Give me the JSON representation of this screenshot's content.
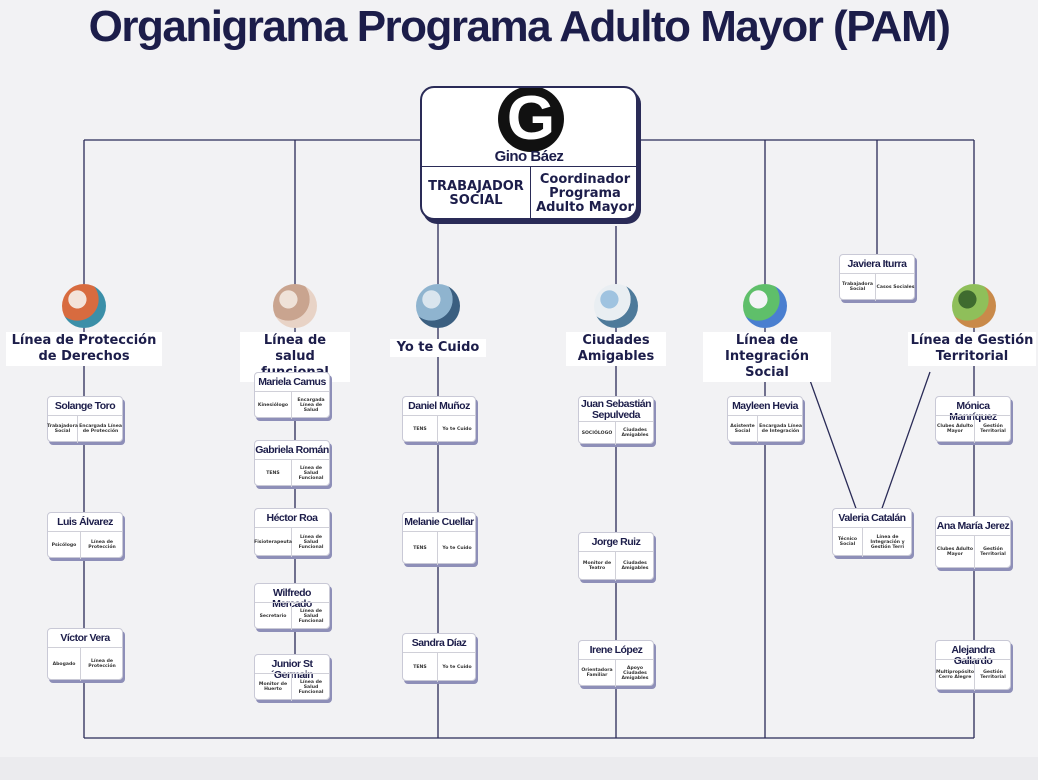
{
  "title": "Organigrama Programa Adulto Mayor (PAM)",
  "head": {
    "logo_letter": "G",
    "name": "Gino Báez",
    "role_left": "TRABAJADOR SOCIAL",
    "role_right": "Coordinador Programa Adulto Mayor"
  },
  "lines": [
    {
      "label": "Línea de Protección de Derechos",
      "icon": "hands-circle-icon",
      "colors": [
        "#f3e3da",
        "#d86b3f",
        "#3b8fa8"
      ]
    },
    {
      "label": "Línea de salud funcional",
      "icon": "seniors-exercise-photo",
      "colors": [
        "#efe2d8",
        "#c9a48f",
        "#e8d3c6"
      ]
    },
    {
      "label": "Yo te Cuido",
      "icon": "caregiver-photo",
      "colors": [
        "#d9e5ee",
        "#8fb4cf",
        "#3b5f80"
      ]
    },
    {
      "label": "Ciudades Amigables",
      "icon": "coastal-city-photo",
      "colors": [
        "#9fc3e0",
        "#e9eef2",
        "#4e7a9a"
      ]
    },
    {
      "label": "Línea de Integración Social",
      "icon": "puzzle-people-icon",
      "colors": [
        "#f3f3f6",
        "#5fbf6a",
        "#4a7fd0"
      ]
    },
    {
      "label": "Línea de Gestión Territorial",
      "icon": "garden-photo",
      "colors": [
        "#3f6b2f",
        "#8fbf5a",
        "#c98a4a"
      ]
    }
  ],
  "staff": [
    {
      "name": "Solange Toro",
      "role": "Trabajadora Social",
      "line": "Encargada Línea de Protección"
    },
    {
      "name": "Luis Álvarez",
      "role": "Psicólogo",
      "line": "Línea de Protección"
    },
    {
      "name": "Víctor Vera",
      "role": "Abogado",
      "line": "Línea de Protección"
    },
    {
      "name": "Mariela Camus",
      "role": "Kinesiólogo",
      "line": "Encargada Línea de Salud"
    },
    {
      "name": "Gabriela Román",
      "role": "TENS",
      "line": "Línea de Salud Funcional"
    },
    {
      "name": "Héctor Roa",
      "role": "Fisioterapeuta",
      "line": "Línea de Salud Funcional"
    },
    {
      "name": "Wilfredo Mercado",
      "role": "Secretario",
      "line": "Línea de Salud Funcional"
    },
    {
      "name": "Junior St´Germain",
      "role": "Monitor de Huerto",
      "line": "Línea de Salud Funcional"
    },
    {
      "name": "Daniel Muñoz",
      "role": "TENS",
      "line": "Yo te Cuido"
    },
    {
      "name": "Melanie Cuellar",
      "role": "TENS",
      "line": "Yo te Cuido"
    },
    {
      "name": "Sandra Díaz",
      "role": "TENS",
      "line": "Yo te Cuido"
    },
    {
      "name": "Juan Sebastián Sepulveda",
      "role": "SOCIÓLOGO",
      "line": "Ciudades Amigables"
    },
    {
      "name": "Jorge Ruiz",
      "role": "Monitor de Teatro",
      "line": "Ciudades Amigables"
    },
    {
      "name": "Irene López",
      "role": "Orientadora Familiar",
      "line": "Apoyo Ciudades Amigables"
    },
    {
      "name": "Mayleen Hevia",
      "role": "Asistente Social",
      "line": "Encargada Línea de Integración"
    },
    {
      "name": "Javiera Iturra",
      "role": "Trabajadora Social",
      "line": "Casos Sociales"
    },
    {
      "name": "Valeria Catalán",
      "role": "Técnico Social",
      "line": "Línea de Integración y Gestión Terri"
    },
    {
      "name": "Mónica Manríquez",
      "role": "Clubes Adulto Mayor",
      "line": "Gestión Territorial"
    },
    {
      "name": "Ana María Jerez",
      "role": "Clubes Adulto Mayor",
      "line": "Gestión Territorial"
    },
    {
      "name": "Alejandra Gallardo",
      "role": "Multipropósito Cerro Alegre",
      "line": "Gestión Territorial"
    }
  ]
}
